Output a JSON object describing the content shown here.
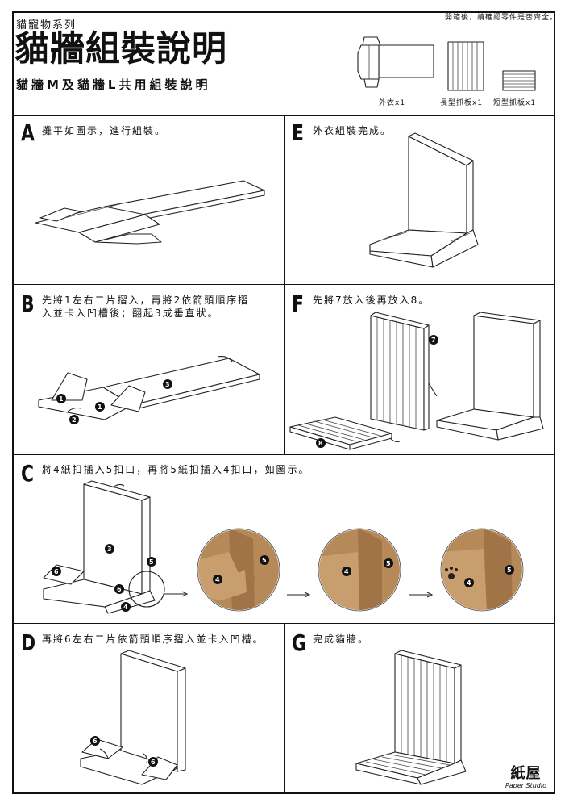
{
  "header": {
    "series": "貓寵物系列",
    "title": "貓牆組裝說明",
    "subtitle": "貓牆M及貓牆L共用組裝說明",
    "notice": "開箱後，請確認零件是否齊全。",
    "parts": [
      {
        "label": "外衣x1"
      },
      {
        "label": "長型抓板x1"
      },
      {
        "label": "短型抓板x1"
      }
    ]
  },
  "steps": {
    "A": {
      "letter": "A",
      "text": "攤平如圖示，進行組裝。"
    },
    "B": {
      "letter": "B",
      "text": "先將1左右二片摺入，再將2依箭頭順序摺入並卡入凹槽後；翻起3成垂直狀。"
    },
    "C": {
      "letter": "C",
      "text": "將4紙扣插入5扣口，再將5紙扣插入4扣口，如圖示。"
    },
    "D": {
      "letter": "D",
      "text": "再將6左右二片依箭頭順序摺入並卡入凹槽。"
    },
    "E": {
      "letter": "E",
      "text": "外衣組裝完成。"
    },
    "F": {
      "letter": "F",
      "text": "先將7放入後再放入8。"
    },
    "G": {
      "letter": "G",
      "text": "完成貓牆。"
    }
  },
  "badges": {
    "b1": "1",
    "b2": "2",
    "b3": "3",
    "b4": "4",
    "b5": "5",
    "b6": "6",
    "b7": "7",
    "b8": "8"
  },
  "logo": {
    "mark": "紙屋",
    "sub": "Paper Studio"
  },
  "colors": {
    "border": "#111111",
    "cardboard": "#b58958",
    "badge": "#111111"
  }
}
